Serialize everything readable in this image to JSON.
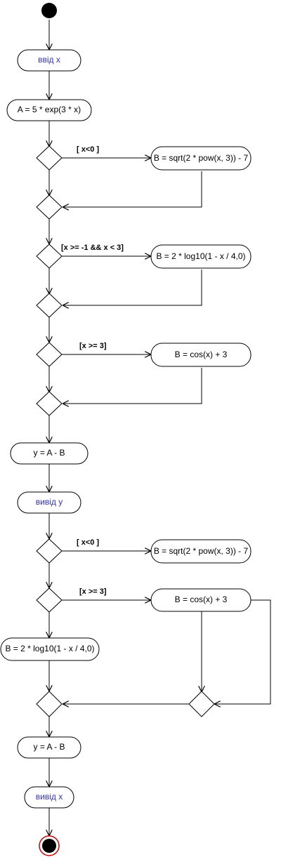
{
  "nodes": {
    "input_x": "ввід х",
    "assign_a": "A = 5 * exp(3 * x)",
    "assign_b_sqrt_1": "B = sqrt(2 * pow(x, 3)) - 7",
    "assign_b_log_1": "B = 2 * log10(1 - x / 4,0)",
    "assign_b_cos_1": "B = cos(x) + 3",
    "assign_y_1": "y = A - B",
    "output_y": "вивід y",
    "assign_b_sqrt_2": "B = sqrt(2 * pow(x, 3)) - 7",
    "assign_b_cos_2": "B = cos(x) + 3",
    "assign_b_log_2": "B = 2 * log10(1 - x / 4,0)",
    "assign_y_2": "y = A - B",
    "output_x": "вивід х"
  },
  "guards": {
    "g1": "[ x<0 ]",
    "g2": "[x >= -1 && x < 3]",
    "g3": "[x >= 3]",
    "g4": "[ x<0 ]",
    "g5": "[x >= 3]"
  },
  "colors": {
    "line": "#000000",
    "io_text": "#3333cc",
    "end_ring": "#cc0000",
    "fill": "#ffffff"
  }
}
